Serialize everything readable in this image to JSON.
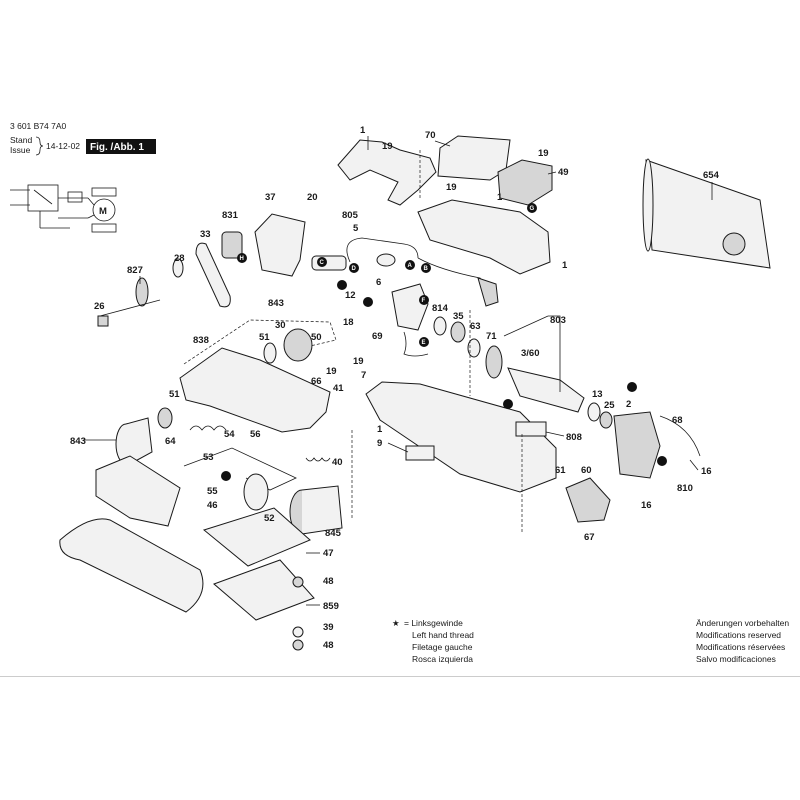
{
  "header": {
    "part_number": "3 601 B74 7A0",
    "stand_de": "Stand",
    "issue_en": "Issue",
    "date": "14-12-02",
    "fig_label": "Fig. /Abb. 1"
  },
  "motor_symbol": "M",
  "legend": {
    "symbol": "★",
    "lines": [
      "= Linksgewinde",
      "Left hand thread",
      "Filetage gauche",
      "Rosca izquierda"
    ]
  },
  "modifications": [
    "Änderungen vorbehalten",
    "Modifications reserved",
    "Modifications réservées",
    "Salvo modificaciones"
  ],
  "callouts": [
    "1",
    "19",
    "70",
    "19",
    "49",
    "19",
    "1",
    "1",
    "37",
    "20",
    "831",
    "805",
    "5",
    "33",
    "28",
    "827",
    "26",
    "6",
    "12",
    "18",
    "843",
    "30",
    "51",
    "50",
    "838",
    "19",
    "66",
    "41",
    "51",
    "64",
    "843",
    "54",
    "56",
    "53",
    "55",
    "46",
    "40",
    "52",
    "845",
    "47",
    "48",
    "859",
    "39",
    "48",
    "814",
    "35",
    "63",
    "71",
    "803",
    "3/60",
    "13",
    "68",
    "2",
    "25",
    "69",
    "19",
    "7",
    "808",
    "1",
    "9",
    "61",
    "60",
    "67",
    "16",
    "810",
    "16",
    "654"
  ],
  "markers": [
    "A",
    "B",
    "C",
    "D",
    "E",
    "F",
    "G",
    "H"
  ]
}
